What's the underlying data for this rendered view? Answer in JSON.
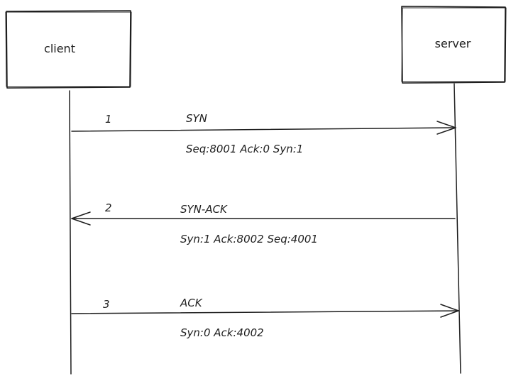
{
  "participants": {
    "client": "client",
    "server": "server"
  },
  "messages": [
    {
      "number": "1",
      "name": "SYN",
      "details": "Seq:8001 Ack:0 Syn:1",
      "direction": "client-to-server"
    },
    {
      "number": "2",
      "name": "SYN-ACK",
      "details": "Syn:1 Ack:8002 Seq:4001",
      "direction": "server-to-client"
    },
    {
      "number": "3",
      "name": "ACK",
      "details": "Syn:0 Ack:4002",
      "direction": "client-to-server"
    }
  ],
  "colors": {
    "ink": "#1e1e1e",
    "background": "#ffffff"
  }
}
